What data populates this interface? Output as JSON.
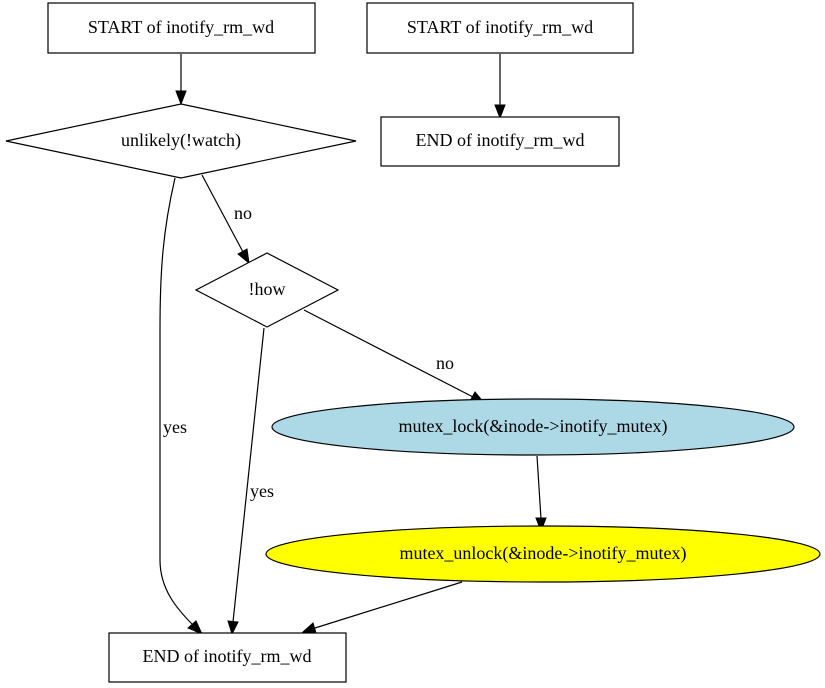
{
  "diagram": {
    "nodes": {
      "start_1": {
        "label": "START of inotify_rm_wd",
        "shape": "box",
        "fill": "#ffffff"
      },
      "start_2": {
        "label": "START of inotify_rm_wd",
        "shape": "box",
        "fill": "#ffffff"
      },
      "end_2": {
        "label": "END of inotify_rm_wd",
        "shape": "box",
        "fill": "#ffffff"
      },
      "decision_watch": {
        "label": "unlikely(!watch)",
        "shape": "diamond",
        "fill": "#ffffff"
      },
      "decision_how": {
        "label": "!how",
        "shape": "diamond",
        "fill": "#ffffff"
      },
      "mutex_lock": {
        "label": "mutex_lock(&inode->inotify_mutex)",
        "shape": "ellipse",
        "fill": "#add8e6"
      },
      "mutex_unlock": {
        "label": "mutex_unlock(&inode->inotify_mutex)",
        "shape": "ellipse",
        "fill": "#ffff00"
      },
      "end_1": {
        "label": "END of inotify_rm_wd",
        "shape": "box",
        "fill": "#ffffff"
      }
    },
    "edges": {
      "start1_to_watch": {
        "from": "start_1",
        "to": "decision_watch",
        "label": ""
      },
      "start2_to_end2": {
        "from": "start_2",
        "to": "end_2",
        "label": ""
      },
      "watch_no": {
        "from": "decision_watch",
        "to": "decision_how",
        "label": "no"
      },
      "watch_yes": {
        "from": "decision_watch",
        "to": "end_1",
        "label": "yes"
      },
      "how_no": {
        "from": "decision_how",
        "to": "mutex_lock",
        "label": "no"
      },
      "how_yes": {
        "from": "decision_how",
        "to": "end_1",
        "label": "yes"
      },
      "lock_to_unlock": {
        "from": "mutex_lock",
        "to": "mutex_unlock",
        "label": ""
      },
      "unlock_to_end": {
        "from": "mutex_unlock",
        "to": "end_1",
        "label": ""
      }
    }
  }
}
